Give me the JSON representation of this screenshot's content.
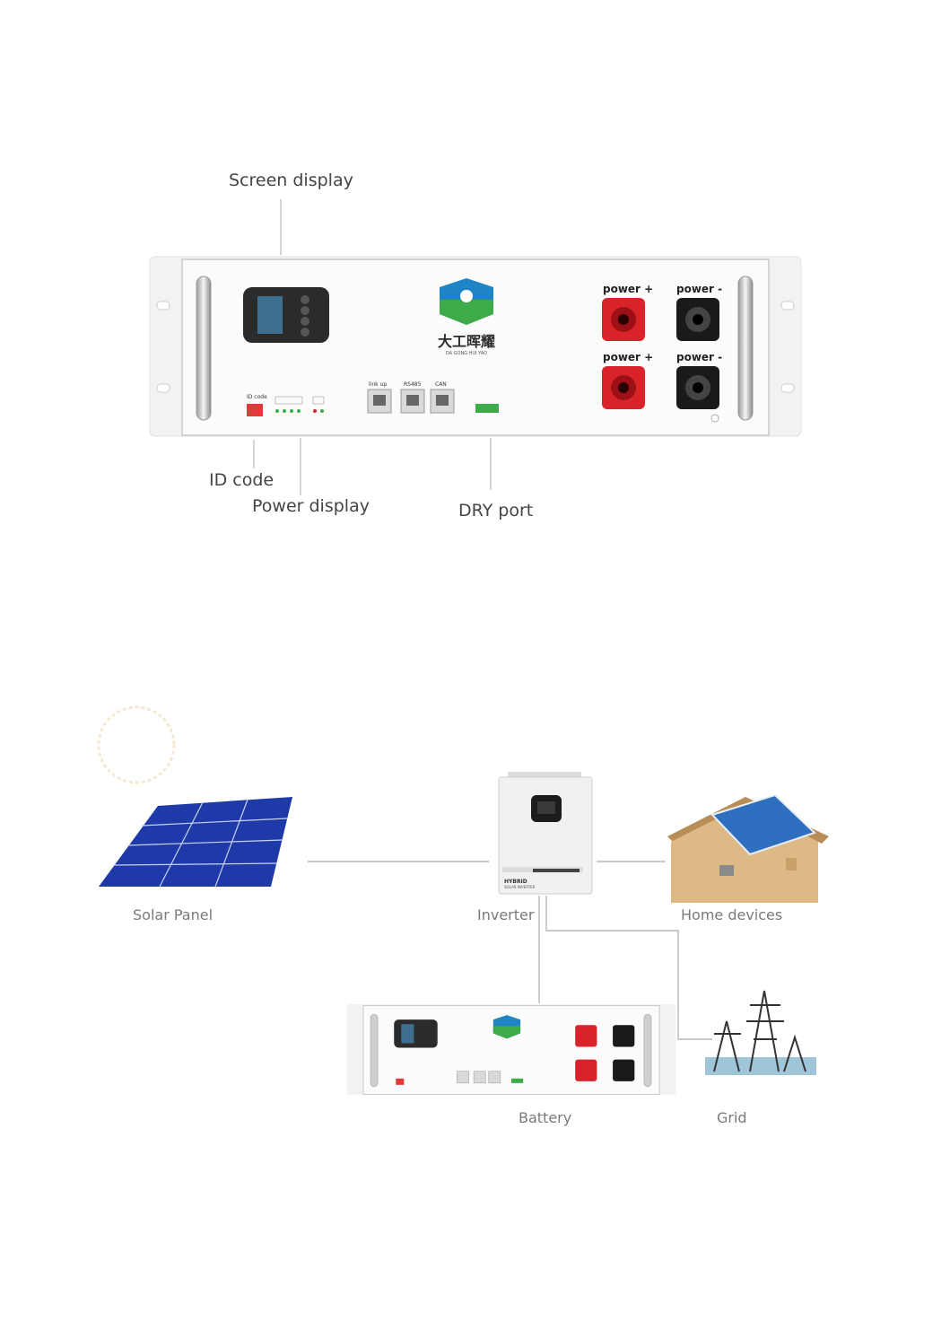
{
  "battery_callouts": {
    "screen_display": "Screen display",
    "id_code": "ID code",
    "power_display": "Power display",
    "dry_port": "DRY port"
  },
  "battery_panel": {
    "brand_cn": "大工晖耀",
    "brand_pinyin": "DA GONG HUI YAO",
    "terminals": {
      "power_plus_top": "power +",
      "power_minus_top": "power -",
      "power_plus_bottom": "power +",
      "power_minus_bottom": "power -"
    },
    "ports": {
      "link_up": "link up",
      "rs485": "RS485",
      "can": "CAN"
    },
    "id_code_label": "ID code"
  },
  "inverter": {
    "line1": "HYBRID",
    "line2": "SOLAR INVERTER"
  },
  "system_labels": {
    "solar_panel": "Solar Panel",
    "inverter": "Inverter",
    "home_devices": "Home devices",
    "battery": "Battery",
    "grid": "Grid"
  },
  "colors": {
    "terminal_positive": "#d9232a",
    "terminal_negative": "#1a1a1a",
    "panel_blue": "#1e3aa8",
    "logo_green": "#3cab48",
    "logo_blue": "#1f84c6"
  }
}
